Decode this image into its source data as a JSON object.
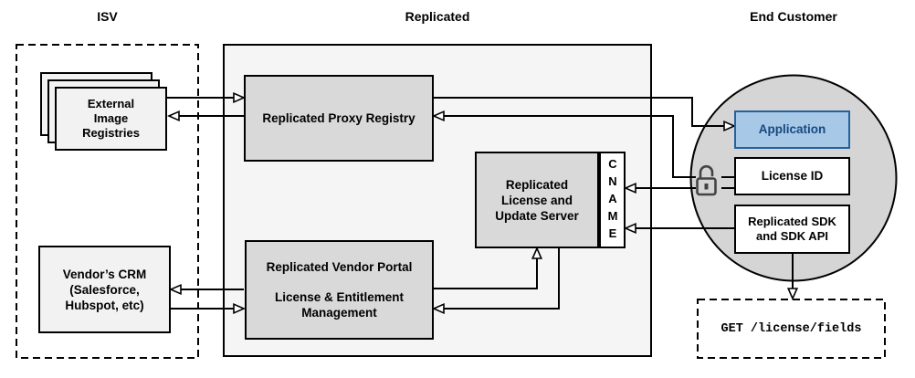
{
  "sections": {
    "isv": {
      "label": "ISV"
    },
    "replicated": {
      "label": "Replicated"
    },
    "end_customer": {
      "label": "End Customer"
    }
  },
  "nodes": {
    "external_image_registries": {
      "line1": "External",
      "line2": "Image",
      "line3": "Registries"
    },
    "vendors_crm": {
      "line1": "Vendor’s CRM",
      "line2": "(Salesforce,",
      "line3": "Hubspot, etc)"
    },
    "proxy_registry": {
      "label": "Replicated Proxy Registry"
    },
    "license_update_server": {
      "line1": "Replicated",
      "line2": "License and",
      "line3": "Update Server"
    },
    "cname": {
      "label": "CNAME"
    },
    "vendor_portal": {
      "line1": "Replicated Vendor Portal",
      "line2": "License & Entitlement",
      "line3": "Management"
    },
    "application": {
      "label": "Application"
    },
    "license_id": {
      "label": "License ID"
    },
    "replicated_sdk": {
      "line1": "Replicated SDK",
      "line2": "and SDK API"
    },
    "get_endpoint": {
      "label": "GET /license/fields"
    }
  },
  "icons": {
    "open_padlock": "open-padlock-icon"
  },
  "colors": {
    "application_fill": "#A8C8E8",
    "application_border": "#26619C",
    "application_text": "#17497E",
    "replicated_container_fill": "#F5F5F5",
    "gray_node_fill": "#D9D9D9",
    "circle_fill": "#D5D5D5",
    "light_node_fill": "#F2F2F2",
    "line_color": "#000000"
  }
}
